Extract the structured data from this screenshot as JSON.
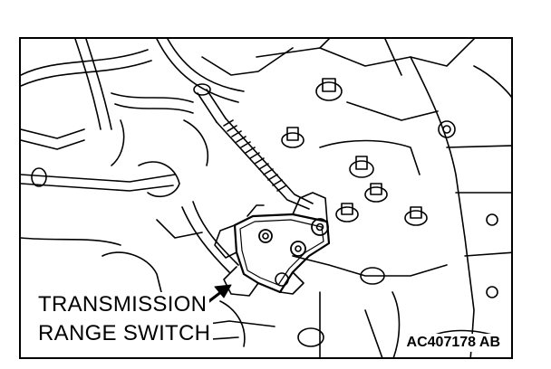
{
  "figure": {
    "callout_line1": "TRANSMISSION",
    "callout_line2": "RANGE SWITCH",
    "figure_id": "AC407178 AB"
  },
  "colors": {
    "ink": "#000000",
    "background": "#ffffff"
  }
}
